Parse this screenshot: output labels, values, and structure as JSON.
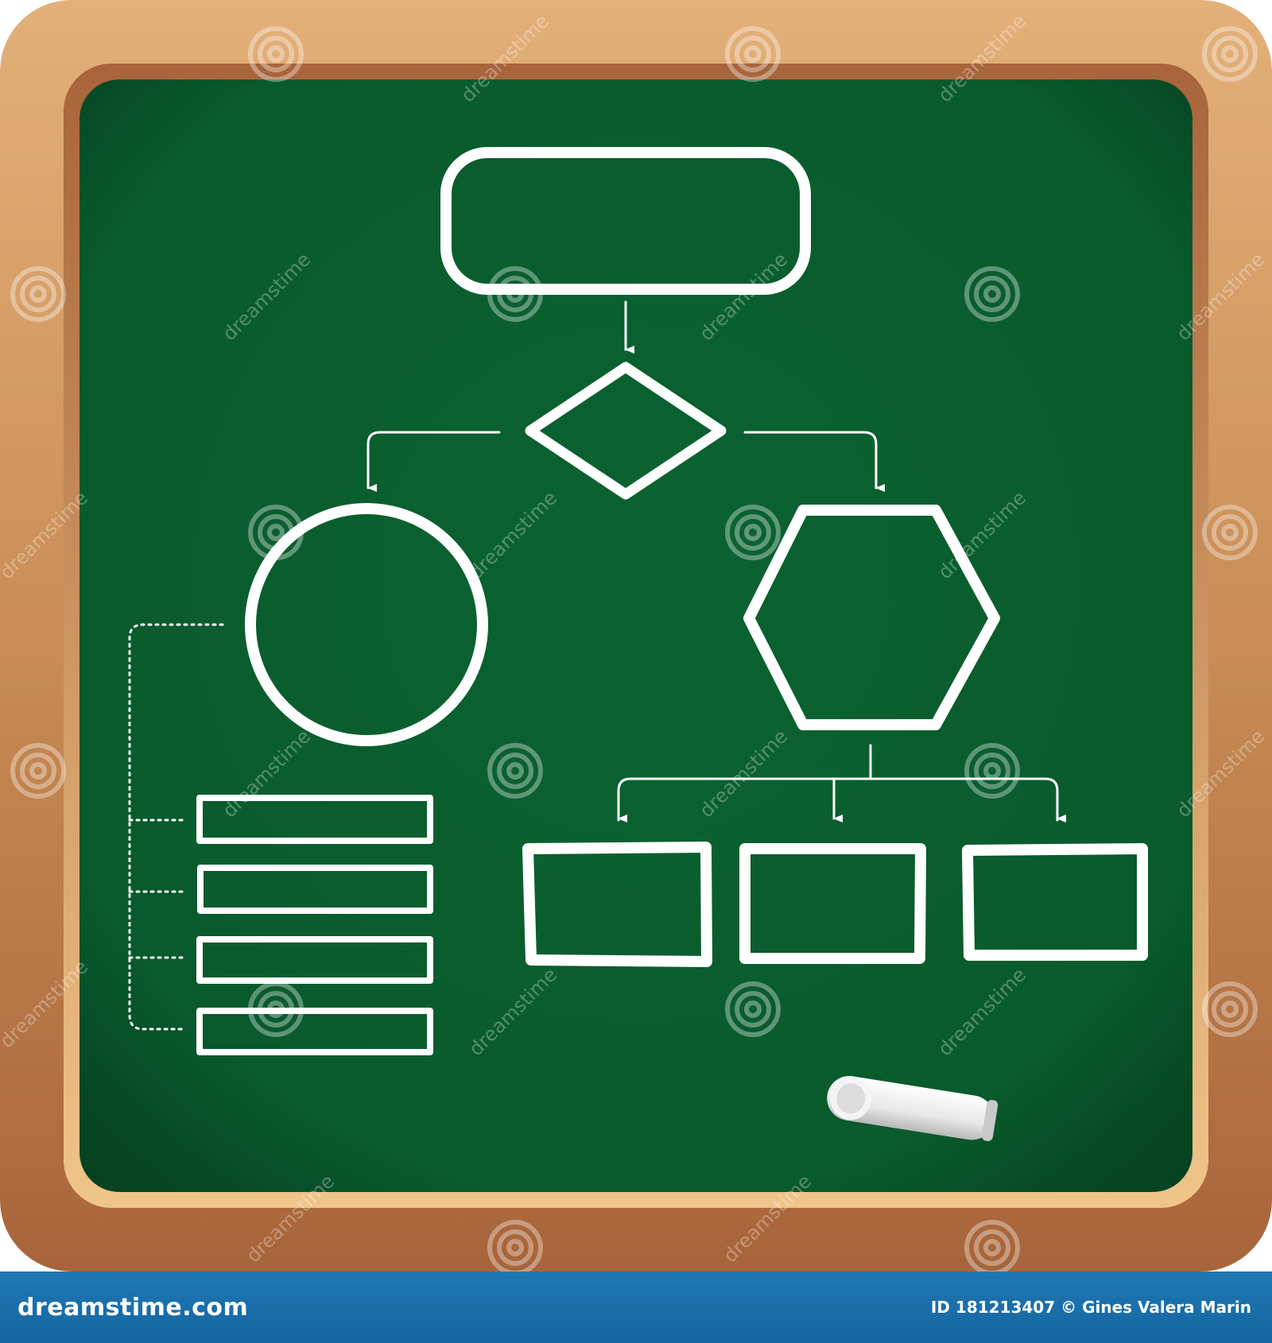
{
  "watermark": {
    "text": "dreamstime",
    "logo": "dreamstime-spiral-logo"
  },
  "board": {
    "frame_color": "#c88a52",
    "surface_color": "#095d2e",
    "chalk_color": "#ffffff"
  },
  "diagram": {
    "nodes": [
      {
        "id": "start",
        "shape": "rounded-rectangle",
        "label": ""
      },
      {
        "id": "decision",
        "shape": "diamond",
        "label": ""
      },
      {
        "id": "left-branch",
        "shape": "circle",
        "label": ""
      },
      {
        "id": "right-branch",
        "shape": "hexagon",
        "label": ""
      },
      {
        "id": "list-1",
        "shape": "rectangle",
        "label": ""
      },
      {
        "id": "list-2",
        "shape": "rectangle",
        "label": ""
      },
      {
        "id": "list-3",
        "shape": "rectangle",
        "label": ""
      },
      {
        "id": "list-4",
        "shape": "rectangle",
        "label": ""
      },
      {
        "id": "box-1",
        "shape": "rectangle",
        "label": ""
      },
      {
        "id": "box-2",
        "shape": "rectangle",
        "label": ""
      },
      {
        "id": "box-3",
        "shape": "rectangle",
        "label": ""
      }
    ],
    "edges": [
      {
        "from": "start",
        "to": "decision",
        "style": "arrow"
      },
      {
        "from": "decision",
        "to": "left-branch",
        "style": "arrow"
      },
      {
        "from": "decision",
        "to": "right-branch",
        "style": "arrow"
      },
      {
        "from": "right-branch",
        "to": "box-1",
        "style": "arrow"
      },
      {
        "from": "right-branch",
        "to": "box-2",
        "style": "arrow"
      },
      {
        "from": "right-branch",
        "to": "box-3",
        "style": "arrow"
      },
      {
        "from": "left-branch",
        "to": "list-1",
        "style": "dotted"
      },
      {
        "from": "left-branch",
        "to": "list-2",
        "style": "dotted"
      },
      {
        "from": "left-branch",
        "to": "list-3",
        "style": "dotted"
      },
      {
        "from": "left-branch",
        "to": "list-4",
        "style": "dotted"
      }
    ]
  },
  "chalk_stick": {
    "icon": "chalk-icon"
  },
  "footer": {
    "brand": "dreamstime.com",
    "credit": "ID 181213407 © Gines Valera Marin",
    "color": "#1a6fae"
  }
}
